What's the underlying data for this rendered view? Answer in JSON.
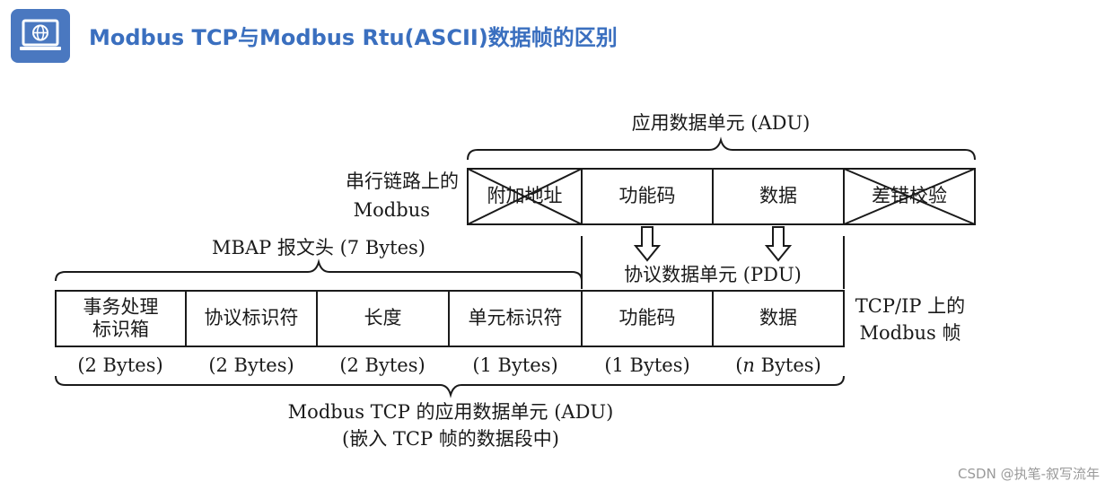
{
  "header": {
    "title": "Modbus TCP与Modbus Rtu(ASCII)数据帧的区别"
  },
  "serial_frame": {
    "adu_label": "应用数据单元 (ADU)",
    "row_label_1": "串行链路上的",
    "row_label_2": "Modbus",
    "cells": [
      {
        "label": "附加地址",
        "crossed": true
      },
      {
        "label": "功能码",
        "crossed": false
      },
      {
        "label": "数据",
        "crossed": false
      },
      {
        "label": "差错校验",
        "crossed": true
      }
    ]
  },
  "pdu_label": "协议数据单元 (PDU)",
  "mbap_label": "MBAP 报文头 (7 Bytes)",
  "tcp_frame": {
    "row_label_1": "TCP/IP 上的",
    "row_label_2": "Modbus 帧",
    "cells": [
      {
        "line1": "事务处理",
        "line2": "标识箱",
        "size_pre": "(2 Bytes)"
      },
      {
        "line1": "协议标识符",
        "line2": "",
        "size_pre": "(2 Bytes)"
      },
      {
        "line1": "长度",
        "line2": "",
        "size_pre": "(2 Bytes)"
      },
      {
        "line1": "单元标识符",
        "line2": "",
        "size_pre": "(1 Bytes)"
      },
      {
        "line1": "功能码",
        "line2": "",
        "size_pre": "(1 Bytes)"
      },
      {
        "line1": "数据",
        "line2": "",
        "size_pre": "(",
        "size_var": "n",
        "size_post": " Bytes)"
      }
    ]
  },
  "bottom_label_1": "Modbus TCP 的应用数据单元 (ADU)",
  "bottom_label_2": "(嵌入 TCP 帧的数据段中)",
  "watermark": "CSDN @执笔-叙写流年",
  "colors": {
    "header_blue": "#3a6fbf",
    "icon_bg": "#4a78c0",
    "line": "#1a1a1a"
  },
  "icons": [
    "monitor-globe-icon"
  ]
}
